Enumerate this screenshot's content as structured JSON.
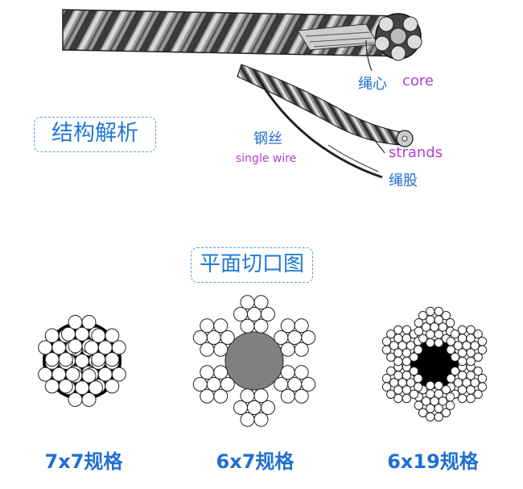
{
  "diagram": {
    "tags": {
      "structure": "结构解析",
      "cross_section": "平面切口图"
    },
    "labels": {
      "core_cn": "绳心",
      "core_en": "core",
      "wire_cn": "钢丝",
      "wire_en": "single wire",
      "strand_en": "strands",
      "strand_cn": "绳股"
    },
    "specs": [
      {
        "caption": "7x7规格",
        "core_color": "#000000"
      },
      {
        "caption": "6x7规格",
        "core_color": "#808080"
      },
      {
        "caption": "6x19规格",
        "core_color": "#000000"
      }
    ]
  }
}
